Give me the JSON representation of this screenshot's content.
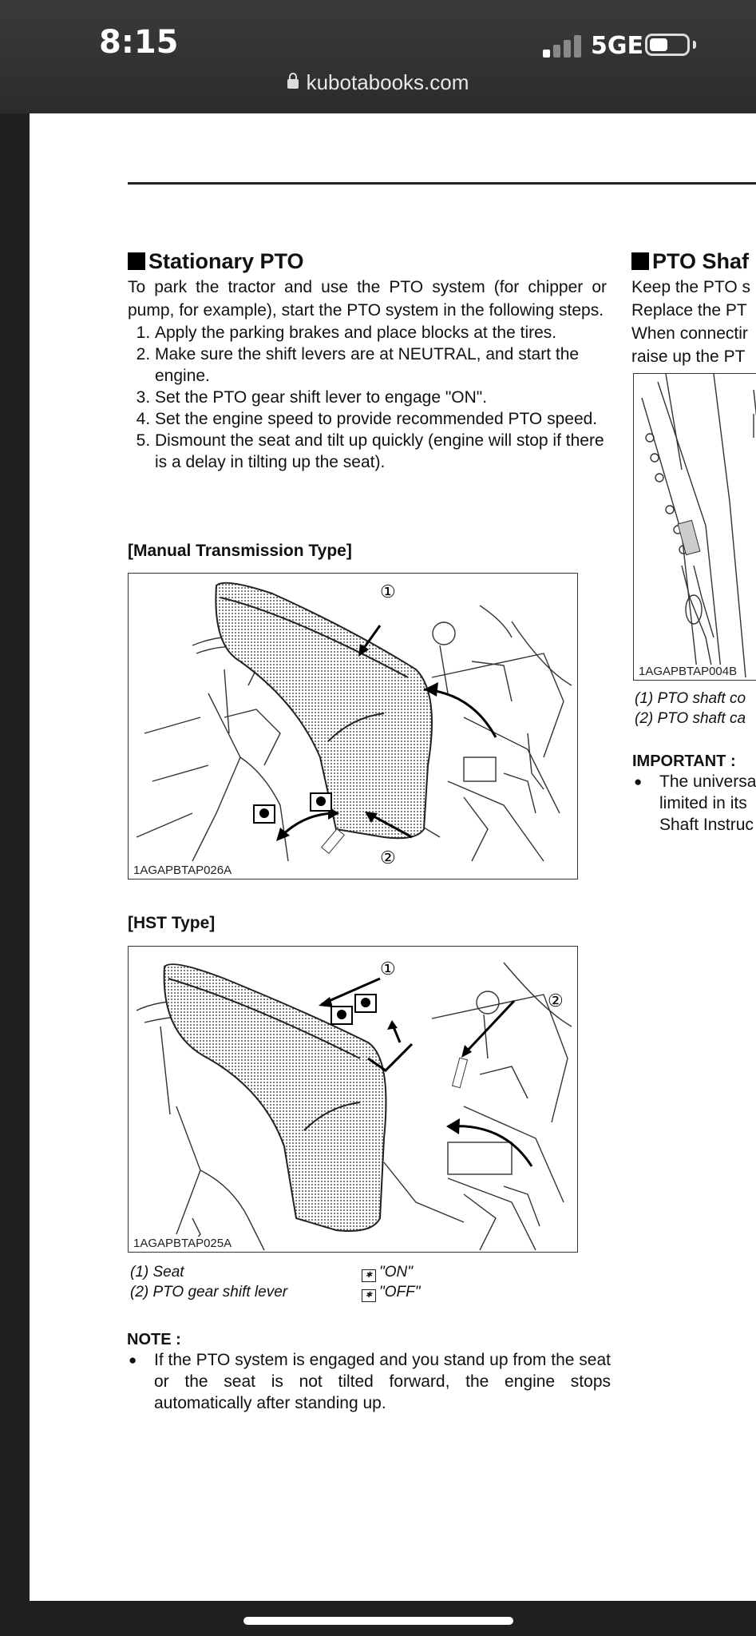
{
  "status": {
    "time": "8:15",
    "network": "5GE",
    "url": "kubotabooks.com"
  },
  "left": {
    "title": "Stationary PTO",
    "intro": "To park the tractor and use the PTO system (for chipper or pump, for example), start the PTO system in the following steps.",
    "steps": [
      "Apply the parking brakes and place blocks at the tires.",
      "Make sure the shift levers are at NEUTRAL, and start the engine.",
      "Set the PTO gear shift lever to engage \"ON\".",
      "Set the engine speed to provide recommended PTO speed.",
      "Dismount the seat and tilt up quickly (engine will stop if there is a delay in tilting up the seat)."
    ],
    "manual_heading": "[Manual Transmission Type]",
    "manual_fig_id": "1AGAPBTAP026A",
    "hst_heading": "[HST Type]",
    "hst_fig_id": "1AGAPBTAP025A",
    "callout_1": "①",
    "callout_2": "②",
    "captions": [
      "(1) Seat",
      "(2) PTO gear shift lever"
    ],
    "legend": [
      "\"ON\"",
      "\"OFF\""
    ],
    "note_heading": "NOTE :",
    "note_text": "If the PTO system is engaged and you stand up from the seat or the seat is not tilted forward, the engine stops automatically after standing up."
  },
  "right": {
    "title": "PTO Shaf",
    "lines": [
      "Keep the PTO s",
      "Replace the PT",
      "When connectir",
      "raise up the PT"
    ],
    "fig_id": "1AGAPBTAP004B",
    "captions": [
      "(1) PTO shaft co",
      "(2) PTO shaft ca"
    ],
    "important_heading": "IMPORTANT :",
    "important_lines": [
      "The universa",
      "limited in its",
      "Shaft Instruc"
    ]
  }
}
